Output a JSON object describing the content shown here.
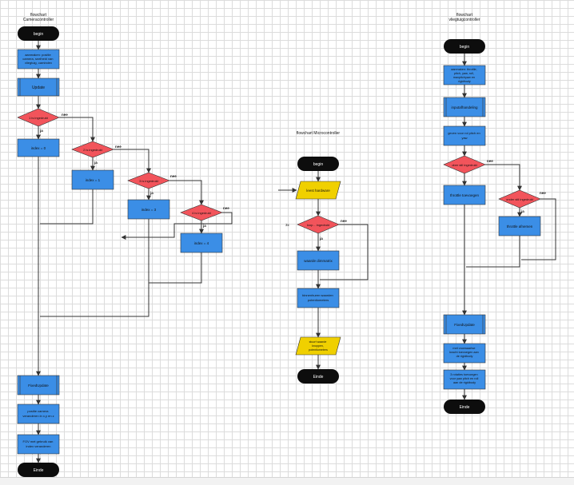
{
  "colors": {
    "terminator": "#0d0d0d",
    "process": "#3b8ee6",
    "decision": "#f2545b",
    "io": "#f0d000",
    "stroke": "#333333",
    "text_dark": "#111111",
    "text_light": "#ffffff"
  },
  "camera": {
    "title1": "flowchart",
    "title2": "Cameracontroller",
    "begin": "begin",
    "init": [
      "aanmaken: positie",
      "camera, snelheid van",
      "vliegtuig, camindex"
    ],
    "update": "Update",
    "d1": "1 is ingedrukt",
    "d2": "2 is ingedrukt",
    "d3": "3 is ingedrukt",
    "d4": "4 is ingedrukt",
    "i0": "index = 0",
    "i1": "index = 1",
    "i3": "index = 3",
    "i4": "index = 4",
    "fixed": "FixedUpdate",
    "pos": [
      "positie camera",
      "veranderen in x,y en z"
    ],
    "fov": [
      "FOV met gebruik van",
      "index veranderen"
    ],
    "end": "Einde",
    "yes": "ja",
    "no": "nee"
  },
  "micro": {
    "title": "flowchart Microcontroller",
    "begin": "begin",
    "read": "leest hardware",
    "loop": "loop... ingedrukt",
    "counter": "3x",
    "save": "waarde dimmatrix",
    "combine": [
      "binnenhuren waarden",
      "potentiometers"
    ],
    "send": [
      "stuurt waarde",
      "knoppen,",
      "potentiometers"
    ],
    "end": "Einde",
    "yes": "ja",
    "no": "nee"
  },
  "plane": {
    "title1": "flowchart",
    "title2": "vliegtuigcontroller",
    "begin": "begin",
    "init": [
      "aanmaken: throttle,",
      "pitch, yaw, roll,",
      "maxpitchyaw en",
      "rigidbody"
    ],
    "input": "inputafhandeling",
    "pitchyaw": [
      "geven voor rol pitch en",
      "yaw"
    ],
    "d1": "ober stil ingedrukt",
    "throttle_up": "throttle toevoegen",
    "d2": "onder stil ingedrukt",
    "throttle_down": "throttle afnemen",
    "fixed": "FixedUpdate",
    "force": [
      "met voorwaartse",
      "kracht toevoegen aan",
      "de rigidbody"
    ],
    "rot": [
      "3 rotaties toevoegen",
      "voor yaw pitch en roll",
      "aan de rigidbody"
    ],
    "end": "Einde",
    "yes": "ja",
    "no": "nee"
  }
}
